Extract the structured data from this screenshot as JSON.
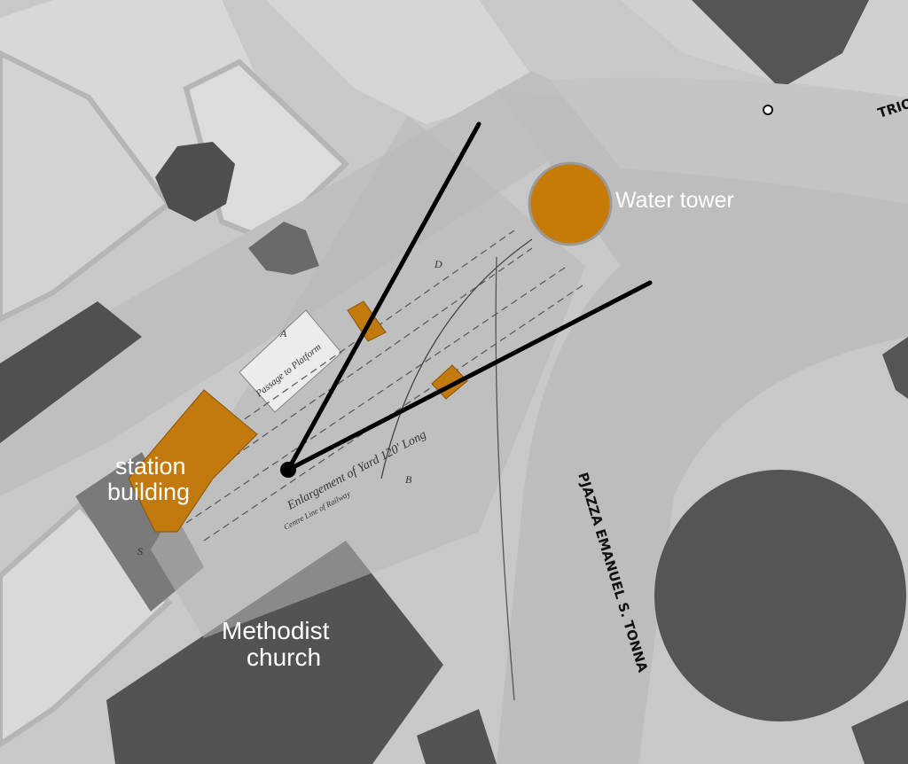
{
  "labels": {
    "water_tower": "Water tower",
    "station_line1": "station",
    "station_line2": "building",
    "church_line1": "Methodist",
    "church_line2": "church"
  },
  "streets": {
    "piazza": "PJAZZA EMANUEL S. TONNA",
    "top_right": "TRIQ"
  },
  "plan_annotations": {
    "passage": "Passage to Platform",
    "enlargement": "Enlargement of Yard 120' Long",
    "centre_line": "Centre Line of Railway",
    "letter_a": "A",
    "letter_b": "B",
    "letter_d": "D",
    "letter_s": "S"
  },
  "colors": {
    "highlight": "#c27a0e",
    "water_tower": "#c67a08",
    "building_dark": "#545454",
    "road": "#bdbdbd",
    "block": "#d9d9d9",
    "sight_lines": "#000000",
    "label_text": "#ffffff"
  }
}
